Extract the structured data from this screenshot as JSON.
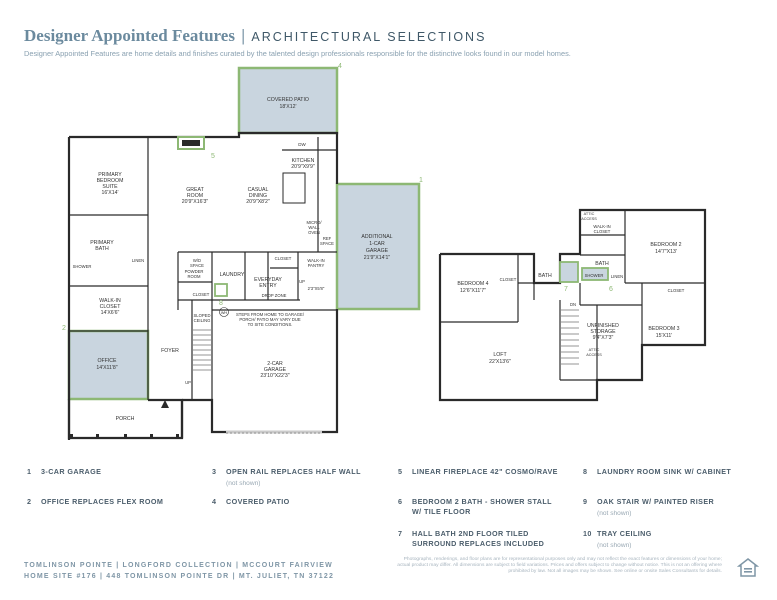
{
  "header": {
    "title": "Designer Appointed Features",
    "separator": "|",
    "subtitle_caps": "ARCHITECTURAL SELECTIONS",
    "description": "Designer Appointed Features are home details and finishes curated by the talented design professionals responsible for the distinctive looks found in our model homes."
  },
  "plan": {
    "covered_patio": {
      "name": "COVERED PATIO",
      "dim": "18'X12'"
    },
    "kitchen": {
      "name": "KITCHEN",
      "dim": "20'9\"X9'9\""
    },
    "dw": "DW",
    "primary_bedroom": {
      "l1": "PRIMARY",
      "l2": "BEDROOM",
      "l3": "SUITE",
      "dim": "16'X14'"
    },
    "great_room": {
      "l1": "GREAT",
      "l2": "ROOM",
      "dim": "20'9\"X16'3\""
    },
    "casual_dining": {
      "l1": "CASUAL",
      "l2": "DINING",
      "dim": "20'9\"X8'2\""
    },
    "micro_wall_oven": {
      "l1": "MICRO/",
      "l2": "WALL",
      "l3": "OVEN"
    },
    "ref_space": {
      "l1": "REF",
      "l2": "SPACE"
    },
    "additional_garage": {
      "l1": "ADDITIONAL",
      "l2": "1-CAR",
      "l3": "GARAGE",
      "dim": "21'9\"X14'1\""
    },
    "primary_bath": {
      "l1": "PRIMARY",
      "l2": "BATH"
    },
    "linen": "LINEN",
    "shower": "SHOWER",
    "wd_space": {
      "l1": "W/D",
      "l2": "SPACE"
    },
    "powder_room": {
      "l1": "POWDER",
      "l2": "ROOM"
    },
    "laundry": "LAUNDRY",
    "closet": "CLOSET",
    "everyday_entry": {
      "l1": "EVERYDAY",
      "l2": "ENTRY"
    },
    "walk_in_pantry": {
      "l1": "WALK-IN",
      "l2": "PANTRY"
    },
    "up": "UP",
    "up_dim": "2'3\"X5'8\"",
    "drop_zone": "DROP ZONE",
    "walk_in_closet": {
      "l1": "WALK-IN",
      "l2": "CLOSET",
      "dim": "14'X6'6\""
    },
    "sloped_ceiling": {
      "l1": "SLOPED",
      "l2": "CEILING"
    },
    "wh": "WH",
    "steps_note": {
      "l1": "STEPS FROM HOME TO GARAGE/",
      "l2": "PORCH/ PATIO MAY VARY DUE",
      "l3": "TO SITE CONDITIONS."
    },
    "office": {
      "name": "OFFICE",
      "dim": "14'X11'8\""
    },
    "foyer": "FOYER",
    "garage_2car": {
      "l1": "2-CAR",
      "l2": "GARAGE",
      "dim": "23'10\"X22'3\""
    },
    "porch": "PORCH",
    "attic_access": {
      "l1": "ATTIC",
      "l2": "ACCESS"
    },
    "bedroom2": {
      "name": "BEDROOM 2",
      "dim": "14'7\"X13'"
    },
    "bedroom4": {
      "name": "BEDROOM 4",
      "dim": "12'6\"X11'7\""
    },
    "bath": "BATH",
    "bedroom3": {
      "name": "BEDROOM 3",
      "dim": "15'X11'"
    },
    "dn": "DN",
    "unfinished_storage": {
      "l1": "UNFINISHED",
      "l2": "STORAGE",
      "dim": "9'4\"X7'3\""
    },
    "loft": {
      "name": "LOFT",
      "dim": "22'X13'6\""
    },
    "markers": {
      "m1": "1",
      "m2": "2",
      "m4": "4",
      "m5": "5",
      "m6": "6",
      "m7": "7",
      "m8": "8"
    }
  },
  "features": [
    {
      "num": "1",
      "label": "3-CAR GARAGE",
      "note": ""
    },
    {
      "num": "2",
      "label": "OFFICE REPLACES FLEX ROOM",
      "note": ""
    },
    {
      "num": "3",
      "label": "OPEN RAIL REPLACES HALF WALL",
      "note": "(not shown)"
    },
    {
      "num": "4",
      "label": "COVERED PATIO",
      "note": ""
    },
    {
      "num": "5",
      "label": "LINEAR FIREPLACE 42\" COSMO/RAVE",
      "note": ""
    },
    {
      "num": "6",
      "label": "BEDROOM 2 BATH - SHOWER STALL",
      "label2": "W/ TILE FLOOR",
      "note": ""
    },
    {
      "num": "7",
      "label": "HALL BATH 2ND FLOOR TILED",
      "label2": "SURROUND REPLACES INCLUDED",
      "note": ""
    },
    {
      "num": "8",
      "label": "LAUNDRY ROOM SINK W/ CABINET",
      "note": ""
    },
    {
      "num": "9",
      "label": "OAK STAIR W/ PAINTED RISER",
      "note": "(not shown)"
    },
    {
      "num": "10",
      "label": "TRAY CEILING",
      "note": "(not shown)"
    }
  ],
  "footer": {
    "line1": "TOMLINSON POINTE  |  LONGFORD COLLECTION  |  MCCOURT FAIRVIEW",
    "line2": "HOME SITE #176  |  448 TOMLINSON POINTE DR  |  MT. JULIET, TN 37122",
    "legal": "Photographs, renderings, and floor plans are for representational purposes only and may not reflect the exact features or dimensions of your home; actual product may differ. All dimensions are subject to field variations. Prices and offers subject to change without notice. This is not an offering where prohibited by law. Not all images may be shown. See online or onsite Sales Consultants for details."
  },
  "colors": {
    "accent_green": "#8db874",
    "room_blue": "#c9d5df",
    "wall": "#2a2a2a",
    "text": "#4b5d6b"
  },
  "icons": {
    "eho": "equal-housing-opportunity-icon"
  }
}
